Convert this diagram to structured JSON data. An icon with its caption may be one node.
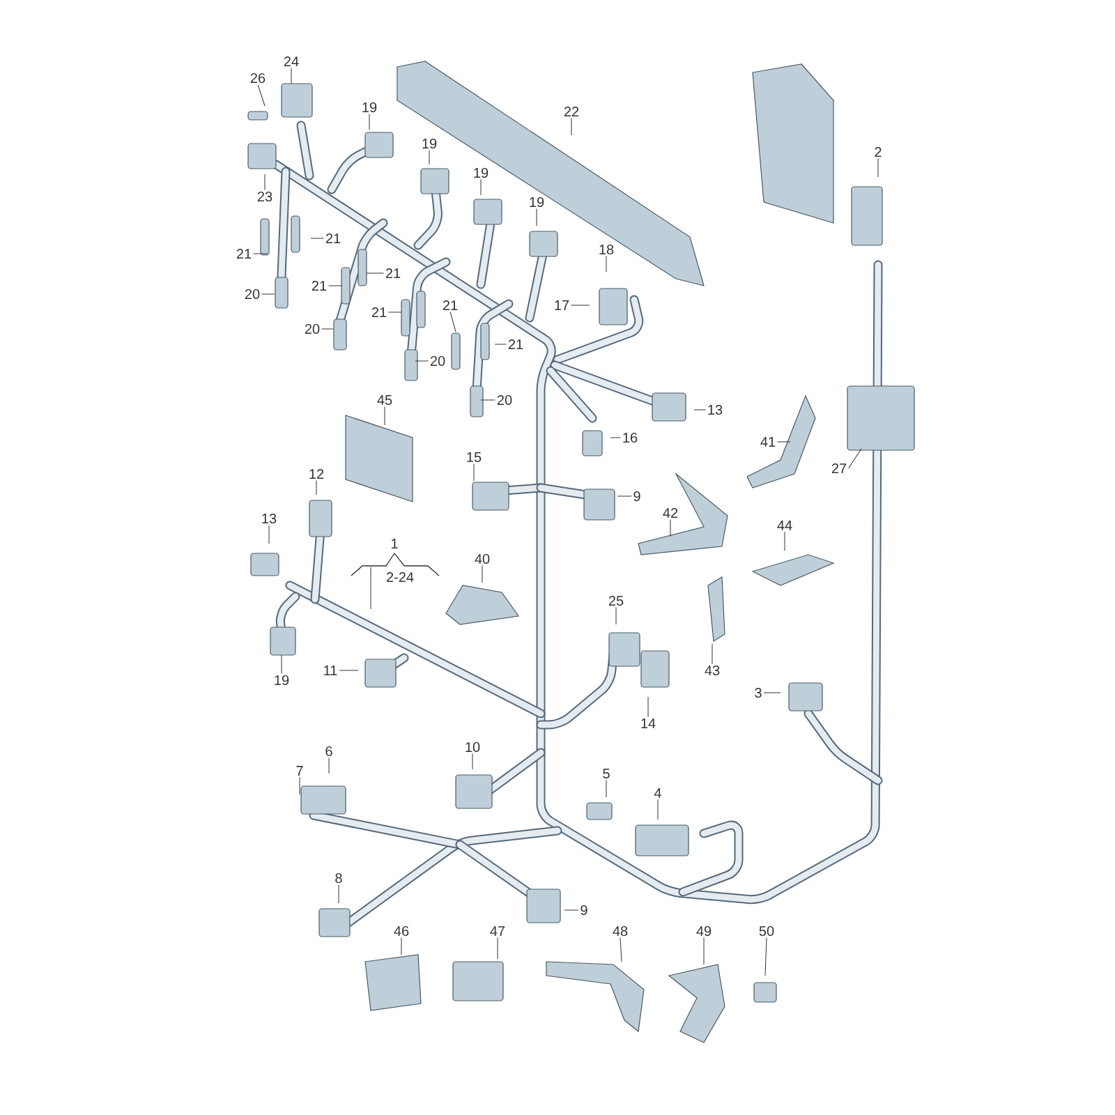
{
  "diagram": {
    "nodes": [
      {
        "text": [
          "24"
        ]
      },
      {
        "text": [
          "26"
        ]
      },
      {
        "text": [
          "22"
        ]
      },
      {
        "text": [
          "19"
        ]
      },
      {
        "text": [
          "19"
        ]
      },
      {
        "text": [
          "2"
        ]
      },
      {
        "text": [
          "19"
        ]
      },
      {
        "text": [
          "23"
        ]
      },
      {
        "text": [
          "19"
        ]
      },
      {
        "text": [
          "21"
        ]
      },
      {
        "text": [
          "18"
        ]
      },
      {
        "text": [
          "21"
        ]
      },
      {
        "text": [
          "21"
        ]
      },
      {
        "text": [
          "21"
        ]
      },
      {
        "text": [
          "20"
        ]
      },
      {
        "text": [
          "17"
        ]
      },
      {
        "text": [
          "21"
        ]
      },
      {
        "text": [
          "21"
        ]
      },
      {
        "text": [
          "20"
        ]
      },
      {
        "text": [
          "21"
        ]
      },
      {
        "text": [
          "20"
        ]
      },
      {
        "text": [
          "20"
        ]
      },
      {
        "text": [
          "45"
        ]
      },
      {
        "text": [
          "13"
        ]
      },
      {
        "text": [
          "16"
        ]
      },
      {
        "text": [
          "41"
        ]
      },
      {
        "text": [
          "15"
        ]
      },
      {
        "text": [
          "27"
        ]
      },
      {
        "text": [
          "12"
        ]
      },
      {
        "text": [
          "9"
        ]
      },
      {
        "text": [
          "42"
        ]
      },
      {
        "text": [
          "13"
        ]
      },
      {
        "text": [
          "44"
        ]
      },
      {
        "text": [
          "40"
        ]
      },
      {
        "text": [
          "25"
        ]
      },
      {
        "text": [
          "11"
        ]
      },
      {
        "text": [
          "43"
        ]
      },
      {
        "text": [
          "19"
        ]
      },
      {
        "text": [
          "3"
        ]
      },
      {
        "text": [
          "14"
        ]
      },
      {
        "text": [
          "10"
        ]
      },
      {
        "text": [
          "6"
        ]
      },
      {
        "text": [
          "7"
        ]
      },
      {
        "text": [
          "5"
        ]
      },
      {
        "text": [
          "4"
        ]
      },
      {
        "text": [
          "8"
        ]
      },
      {
        "text": [
          "9"
        ]
      },
      {
        "text": [
          "46"
        ]
      },
      {
        "text": [
          "47"
        ]
      },
      {
        "text": [
          "48"
        ]
      },
      {
        "text": [
          "49"
        ]
      },
      {
        "text": [
          "50"
        ]
      }
    ],
    "edges": [
      {
        "from": 0,
        "to": null,
        "arrow": "none"
      },
      {
        "from": 1,
        "to": null,
        "arrow": "none"
      },
      {
        "from": 2,
        "to": null,
        "arrow": "none"
      },
      {
        "from": 3,
        "to": null,
        "arrow": "none"
      },
      {
        "from": 4,
        "to": null,
        "arrow": "none"
      },
      {
        "from": 5,
        "to": null,
        "arrow": "none"
      },
      {
        "from": 6,
        "to": null,
        "arrow": "none"
      },
      {
        "from": 7,
        "to": null,
        "arrow": "none"
      },
      {
        "from": 8,
        "to": null,
        "arrow": "none"
      },
      {
        "from": 9,
        "to": null,
        "arrow": "none"
      },
      {
        "from": 10,
        "to": null,
        "arrow": "none"
      },
      {
        "from": 11,
        "to": null,
        "arrow": "none"
      },
      {
        "from": 12,
        "to": null,
        "arrow": "none"
      },
      {
        "from": 13,
        "to": null,
        "arrow": "none"
      },
      {
        "from": 14,
        "to": null,
        "arrow": "none"
      },
      {
        "from": 15,
        "to": null,
        "arrow": "none"
      },
      {
        "from": 16,
        "to": null,
        "arrow": "none"
      },
      {
        "from": 17,
        "to": null,
        "arrow": "none"
      },
      {
        "from": 18,
        "to": null,
        "arrow": "none"
      },
      {
        "from": 19,
        "to": null,
        "arrow": "none"
      },
      {
        "from": 20,
        "to": null,
        "arrow": "none"
      },
      {
        "from": 21,
        "to": null,
        "arrow": "none"
      },
      {
        "from": 22,
        "to": null,
        "arrow": "none"
      },
      {
        "from": 23,
        "to": null,
        "arrow": "none"
      },
      {
        "from": 24,
        "to": null,
        "arrow": "none"
      },
      {
        "from": 25,
        "to": null,
        "arrow": "none"
      },
      {
        "from": 26,
        "to": null,
        "arrow": "none"
      },
      {
        "from": 27,
        "to": null,
        "arrow": "none"
      },
      {
        "from": 28,
        "to": null,
        "arrow": "none"
      },
      {
        "from": 29,
        "to": null,
        "arrow": "none"
      },
      {
        "from": 30,
        "to": null,
        "arrow": "none"
      },
      {
        "from": 31,
        "to": null,
        "arrow": "none"
      },
      {
        "from": 32,
        "to": null,
        "arrow": "none"
      },
      {
        "from": 33,
        "to": null,
        "arrow": "none"
      },
      {
        "from": 34,
        "to": null,
        "arrow": "none"
      },
      {
        "from": 35,
        "to": null,
        "arrow": "none"
      },
      {
        "from": 36,
        "to": null,
        "arrow": "none"
      },
      {
        "from": 37,
        "to": null,
        "arrow": "none"
      },
      {
        "from": 38,
        "to": null,
        "arrow": "none"
      },
      {
        "from": 39,
        "to": null,
        "arrow": "none"
      },
      {
        "from": 40,
        "to": null,
        "arrow": "none"
      },
      {
        "from": 41,
        "to": null,
        "arrow": "none"
      },
      {
        "from": 42,
        "to": null,
        "arrow": "none"
      },
      {
        "from": 43,
        "to": null,
        "arrow": "none"
      },
      {
        "from": 44,
        "to": null,
        "arrow": "none"
      },
      {
        "from": 45,
        "to": null,
        "arrow": "none"
      },
      {
        "from": 46,
        "to": null,
        "arrow": "none"
      },
      {
        "from": 47,
        "to": null,
        "arrow": "none"
      },
      {
        "from": 48,
        "to": null,
        "arrow": "none"
      },
      {
        "from": 49,
        "to": null,
        "arrow": "none"
      },
      {
        "from": 50,
        "to": null,
        "arrow": "none"
      },
      {
        "from": 51,
        "to": null,
        "arrow": "none"
      }
    ],
    "labels": [
      "1",
      "2-24"
    ]
  }
}
